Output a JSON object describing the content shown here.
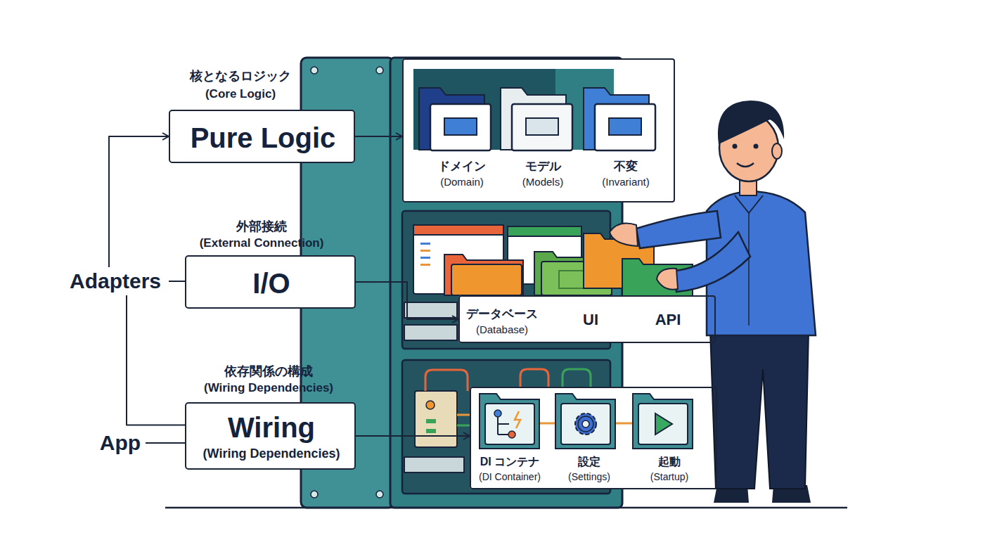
{
  "diagram": {
    "nodes": [
      {
        "text": [
          "核となるロジック",
          "(Core Logic)",
          "Pure Logic"
        ]
      },
      {
        "text": [
          "ドメイン",
          "(Domain)",
          "モデル",
          "(Models)",
          "不変",
          "(Invariant)"
        ]
      },
      {
        "text": [
          "Adapters"
        ]
      },
      {
        "text": [
          "外部接続",
          "(External Connection)",
          "I/O"
        ]
      },
      {
        "text": [
          "データベース",
          "(Database)",
          "UI",
          "API"
        ]
      },
      {
        "text": [
          "App"
        ]
      },
      {
        "text": [
          "依存関係の構成",
          "(Wiring Dependencies)",
          "Wiring",
          "(Wiring Dependencies)"
        ]
      },
      {
        "text": [
          "DI コンテナ",
          "(DI Container)",
          "設定",
          "(Settings)",
          "起動",
          "(Startup)"
        ]
      }
    ],
    "edges": [
      {
        "from": 2,
        "to": 0,
        "arrow": "to"
      },
      {
        "from": 2,
        "to": 3,
        "arrow": "none"
      },
      {
        "from": 2,
        "to": 6,
        "arrow": "none"
      },
      {
        "from": 5,
        "to": 6,
        "arrow": "none"
      },
      {
        "from": 0,
        "to": 1,
        "arrow": "to"
      },
      {
        "from": 3,
        "to": 4,
        "arrow": "to"
      },
      {
        "from": 6,
        "to": 7,
        "arrow": "to"
      }
    ]
  }
}
